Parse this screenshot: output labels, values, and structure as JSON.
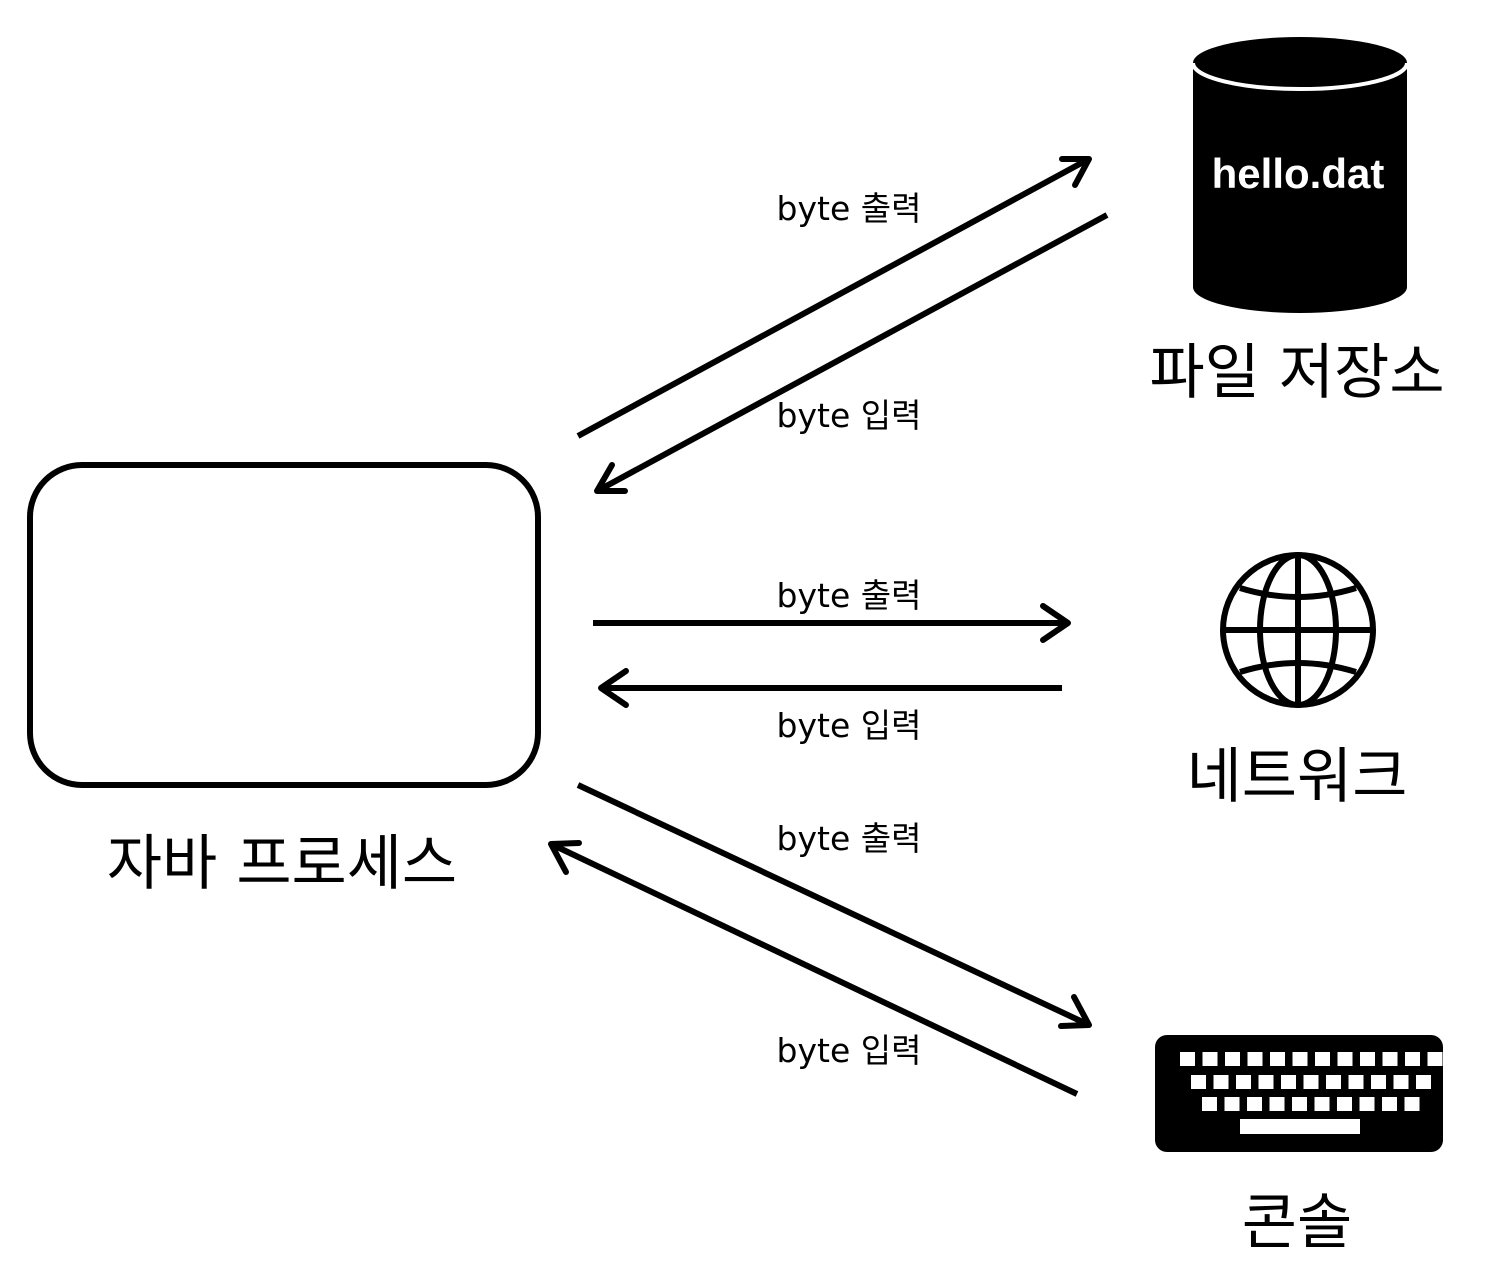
{
  "nodes": {
    "process": {
      "label": "자바 프로세스"
    },
    "file": {
      "label": "파일 저장소",
      "file_name": "hello.dat",
      "icon": "database-cylinder-icon"
    },
    "network": {
      "label": "네트워크",
      "icon": "globe-icon"
    },
    "console": {
      "label": "콘솔",
      "icon": "keyboard-icon"
    }
  },
  "edges": {
    "file_out": {
      "label": "byte 출력"
    },
    "file_in": {
      "label": "byte 입력"
    },
    "network_out": {
      "label": "byte 출력"
    },
    "network_in": {
      "label": "byte 입력"
    },
    "console_out": {
      "label": "byte 출력"
    },
    "console_in": {
      "label": "byte 입력"
    }
  },
  "colors": {
    "foreground": "#000000",
    "background": "#ffffff"
  }
}
